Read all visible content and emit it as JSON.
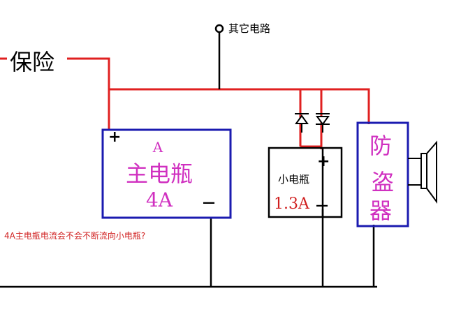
{
  "labels": {
    "fuse": "保险",
    "other_circuit": "其它电路",
    "main_battery_title": "A",
    "main_battery_name": "主电瓶",
    "main_battery_current": "4A",
    "small_battery_name": "小电瓶",
    "small_battery_current": "1.3A",
    "alarm_line1": "防",
    "alarm_line2": "盗",
    "alarm_line3": "器",
    "question": "4A主电瓶电流会不会不断流向小电瓶?",
    "plus": "+",
    "minus": "—"
  },
  "colors": {
    "wire_positive": "#e02020",
    "wire_negative": "#000000",
    "box_border": "#1b1bb0",
    "battery_text": "#d030c0",
    "question_text": "#d02020",
    "fuse_text": "#000000"
  },
  "icons": {
    "diode": "diode-symbol",
    "speaker": "speaker-icon",
    "terminal": "open-terminal-circle"
  }
}
